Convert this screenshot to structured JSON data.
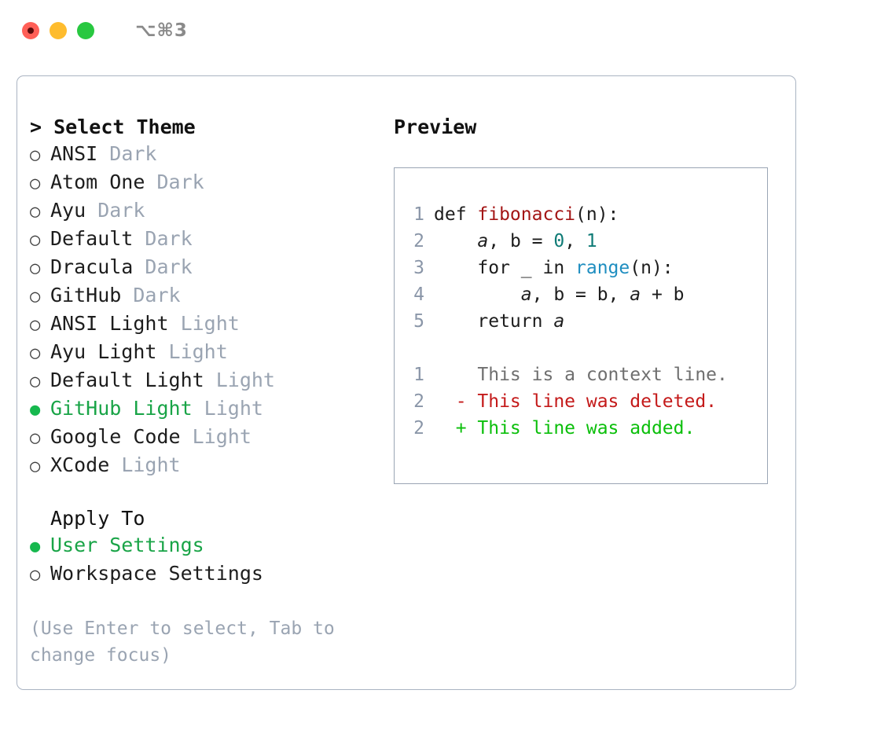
{
  "titlebar": {
    "shortcut": "⌥⌘3",
    "buttons": [
      "close",
      "minimize",
      "maximize"
    ]
  },
  "theme_section": {
    "prompt": "> ",
    "heading": "Select Theme",
    "marker_unselected": "○",
    "marker_selected": "●",
    "items": [
      {
        "name": "ANSI",
        "variant": "Dark",
        "selected": false
      },
      {
        "name": "Atom One",
        "variant": "Dark",
        "selected": false
      },
      {
        "name": "Ayu",
        "variant": "Dark",
        "selected": false
      },
      {
        "name": "Default",
        "variant": "Dark",
        "selected": false
      },
      {
        "name": "Dracula",
        "variant": "Dark",
        "selected": false
      },
      {
        "name": "GitHub",
        "variant": "Dark",
        "selected": false
      },
      {
        "name": "ANSI Light",
        "variant": "Light",
        "selected": false
      },
      {
        "name": "Ayu Light",
        "variant": "Light",
        "selected": false
      },
      {
        "name": "Default Light",
        "variant": "Light",
        "selected": false
      },
      {
        "name": "GitHub Light",
        "variant": "Light",
        "selected": true
      },
      {
        "name": "Google Code",
        "variant": "Light",
        "selected": false
      },
      {
        "name": "XCode",
        "variant": "Light",
        "selected": false
      }
    ]
  },
  "apply_to_section": {
    "heading": "Apply To",
    "items": [
      {
        "label": "User Settings",
        "selected": true
      },
      {
        "label": "Workspace Settings",
        "selected": false
      }
    ]
  },
  "help": {
    "text": "(Use Enter to select, Tab to change focus)"
  },
  "preview": {
    "heading": "Preview",
    "code_lines": [
      {
        "number": "1",
        "tokens": [
          {
            "text": "def ",
            "style": "plain"
          },
          {
            "text": "fibonacci",
            "style": "func"
          },
          {
            "text": "(n):",
            "style": "plain"
          }
        ]
      },
      {
        "number": "2",
        "tokens": [
          {
            "text": "    ",
            "style": "plain"
          },
          {
            "text": "a",
            "style": "var"
          },
          {
            "text": ", b = ",
            "style": "plain"
          },
          {
            "text": "0",
            "style": "num"
          },
          {
            "text": ", ",
            "style": "plain"
          },
          {
            "text": "1",
            "style": "num"
          }
        ]
      },
      {
        "number": "3",
        "tokens": [
          {
            "text": "    for _ in ",
            "style": "plain"
          },
          {
            "text": "range",
            "style": "call"
          },
          {
            "text": "(n):",
            "style": "plain"
          }
        ]
      },
      {
        "number": "4",
        "tokens": [
          {
            "text": "        ",
            "style": "plain"
          },
          {
            "text": "a",
            "style": "var"
          },
          {
            "text": ", b = b, ",
            "style": "plain"
          },
          {
            "text": "a",
            "style": "var"
          },
          {
            "text": " + b",
            "style": "plain"
          }
        ]
      },
      {
        "number": "5",
        "tokens": [
          {
            "text": "    return ",
            "style": "plain"
          },
          {
            "text": "a",
            "style": "var"
          }
        ]
      }
    ],
    "diff_lines": [
      {
        "number": "1",
        "sign": "  ",
        "text": "This is a context line.",
        "kind": "context"
      },
      {
        "number": "2",
        "sign": "- ",
        "text": "This line was deleted.",
        "kind": "delete"
      },
      {
        "number": "2",
        "sign": "+ ",
        "text": "This line was added.",
        "kind": "add"
      }
    ]
  },
  "colors": {
    "accent_green": "#19a447",
    "marker_green": "#16b84e",
    "muted": "#9aa4b2",
    "border": "#aab4c2",
    "preview_border": "#9aa5b4",
    "line_number": "#8a96a8",
    "syntax_function": "#a31515",
    "syntax_number": "#0f7b76",
    "syntax_call": "#1f8ec0",
    "diff_context": "#6f6f6f",
    "diff_delete": "#c41a1a",
    "diff_add": "#0bbf0b",
    "traffic_red": "#ff5f57",
    "traffic_yellow": "#febc2e",
    "traffic_green": "#28c840"
  }
}
